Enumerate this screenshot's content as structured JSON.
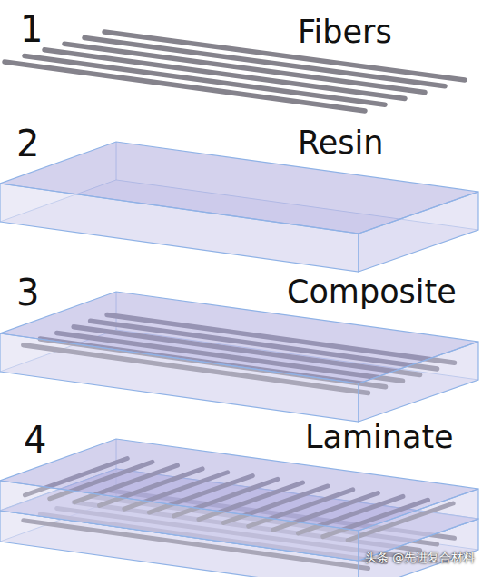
{
  "diagram": {
    "labels": [
      "1",
      "Fibers",
      "2",
      "Resin",
      "3",
      "Composite",
      "4",
      "Laminate",
      "头条 @先进复合材料"
    ]
  }
}
